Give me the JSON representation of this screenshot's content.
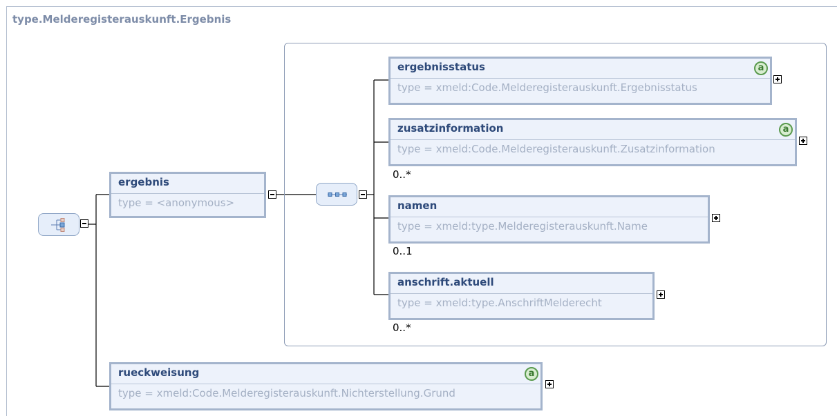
{
  "title": "type.Melderegisterauskunft.Ergebnis",
  "ergebnis": {
    "name": "ergebnis",
    "type": "type = <anonymous>"
  },
  "rueckweisung": {
    "name": "rueckweisung",
    "type": "type = xmeld:Code.Melderegisterauskunft.Nichterstellung.Grund",
    "attribute_badge": "a"
  },
  "sequence": {
    "elements": [
      {
        "name": "ergebnisstatus",
        "type": "type = xmeld:Code.Melderegisterauskunft.Ergebnisstatus",
        "attribute_badge": "a"
      },
      {
        "name": "zusatzinformation",
        "type": "type = xmeld:Code.Melderegisterauskunft.Zusatzinformation",
        "attribute_badge": "a",
        "cardinality": "0..*"
      },
      {
        "name": "namen",
        "type": "type = xmeld:type.Melderegisterauskunft.Name",
        "cardinality": "0..1"
      },
      {
        "name": "anschrift.aktuell",
        "type": "type = xmeld:type.AnschriftMelderecht",
        "cardinality": "0..*"
      }
    ]
  },
  "icons": {
    "root_compositor": "choice-compositor-icon",
    "sequence_compositor": "sequence-compositor-icon",
    "attribute_badge": "attribute-icon",
    "collapse": "minus-icon",
    "expand": "plus-icon"
  }
}
